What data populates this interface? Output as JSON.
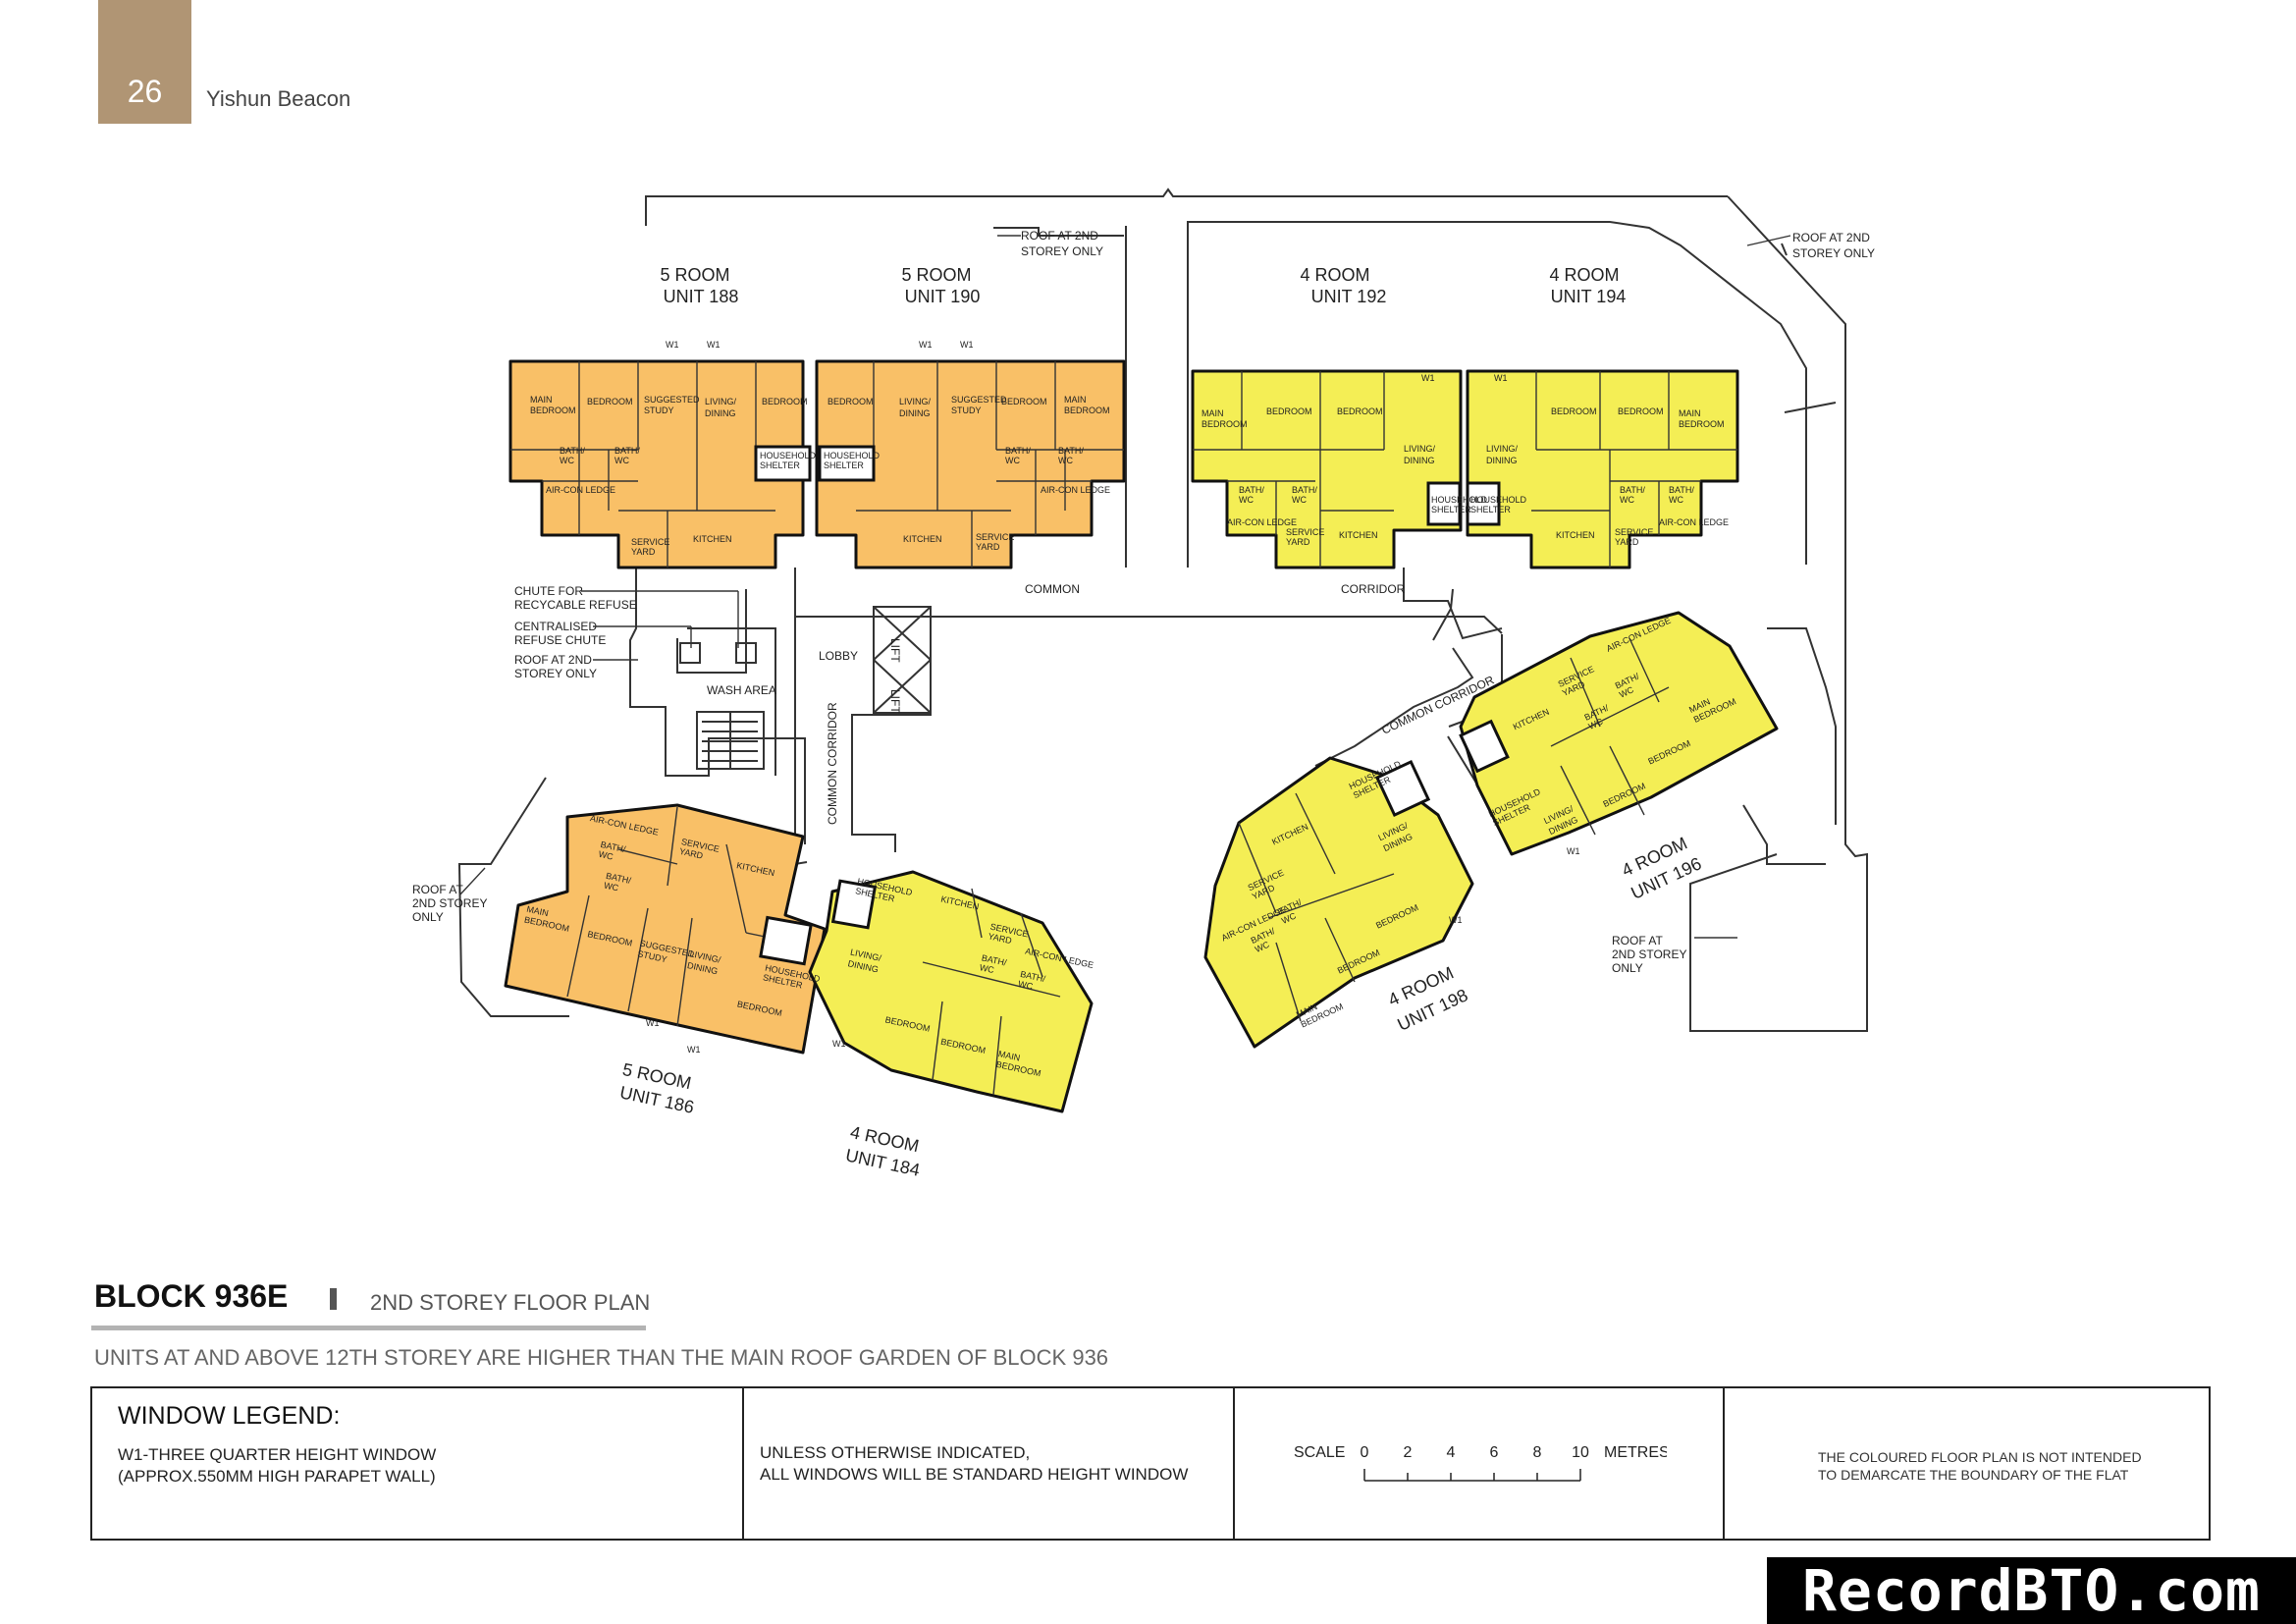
{
  "page": {
    "number": "26",
    "title": "Yishun Beacon"
  },
  "plan": {
    "units": [
      {
        "type": "5 ROOM",
        "unit": "UNIT 188"
      },
      {
        "type": "5 ROOM",
        "unit": "UNIT 190"
      },
      {
        "type": "4 ROOM",
        "unit": "UNIT 192"
      },
      {
        "type": "4 ROOM",
        "unit": "UNIT 194"
      },
      {
        "type": "5 ROOM",
        "unit": "UNIT 186"
      },
      {
        "type": "4 ROOM",
        "unit": "UNIT 184"
      },
      {
        "type": "4 ROOM",
        "unit": "UNIT 198"
      },
      {
        "type": "4 ROOM",
        "unit": "UNIT 196"
      }
    ],
    "rooms": {
      "main_bedroom": [
        "MAIN",
        "BEDROOM"
      ],
      "bedroom": "BEDROOM",
      "study": [
        "SUGGESTED",
        "STUDY"
      ],
      "living": [
        "LIVING/",
        "DINING"
      ],
      "shelter": [
        "HOUSEHOLD",
        "SHELTER"
      ],
      "kitchen": "KITCHEN",
      "service": [
        "SERVICE",
        "YARD"
      ],
      "bath": [
        "BATH/",
        "WC"
      ],
      "aircon": "AIR-CON LEDGE",
      "window": "W1"
    },
    "annotations": {
      "roof_2nd": [
        "ROOF AT 2ND",
        "STOREY ONLY"
      ],
      "roof_2nd_b": [
        "ROOF AT",
        "2ND STOREY",
        "ONLY"
      ],
      "chute": [
        "CHUTE FOR",
        "RECYCABLE REFUSE"
      ],
      "refuse": [
        "CENTRALISED",
        "REFUSE CHUTE"
      ],
      "roof_wash": [
        "ROOF AT 2ND",
        "STOREY ONLY"
      ],
      "wash_area": "WASH AREA",
      "lobby": "LOBBY",
      "lift": "LIFT",
      "common": "COMMON",
      "corridor": "CORRIDOR",
      "common_corridor": "COMMON CORRIDOR"
    },
    "colors": {
      "five_room": "#f9c067",
      "four_room": "#f4ee55",
      "wall": "#111111"
    }
  },
  "block": {
    "name": "BLOCK 936E",
    "subtitle": "2ND STOREY FLOOR PLAN"
  },
  "notice": "UNITS AT AND ABOVE 12TH STOREY ARE HIGHER THAN THE MAIN ROOF GARDEN OF BLOCK 936",
  "legend": {
    "heading": "WINDOW LEGEND:",
    "w1_line1": "W1-THREE QUARTER HEIGHT WINDOW",
    "w1_line2": "(APPROX.550MM HIGH PARAPET WALL)",
    "note_line1": "UNLESS OTHERWISE INDICATED,",
    "note_line2": "ALL WINDOWS WILL BE STANDARD HEIGHT WINDOW",
    "scale_label": "SCALE",
    "scale_ticks": [
      "0",
      "2",
      "4",
      "6",
      "8",
      "10"
    ],
    "scale_unit": "METRES",
    "disclaimer_line1": "THE COLOURED FLOOR PLAN IS NOT INTENDED",
    "disclaimer_line2": "TO DEMARCATE THE BOUNDARY OF THE FLAT"
  },
  "watermark": "RecordBTO.com"
}
